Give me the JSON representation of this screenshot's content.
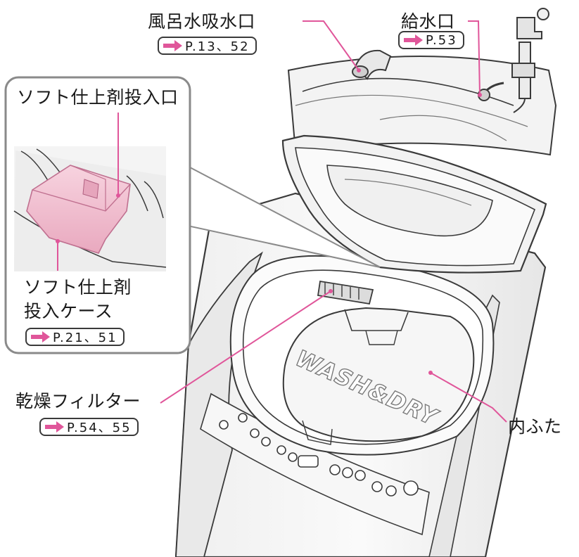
{
  "callouts": {
    "bath_water_inlet": {
      "label": "風呂水吸水口",
      "ref": "P.13、52"
    },
    "water_supply_inlet": {
      "label": "給水口",
      "ref": "P.53"
    },
    "softener_inlet": {
      "label": "ソフト仕上剤投入口"
    },
    "softener_case": {
      "label_line1": "ソフト仕上剤",
      "label_line2": "投入ケース",
      "ref": "P.21、51"
    },
    "dryer_filter": {
      "label": "乾燥フィルター",
      "ref": "P.54、55"
    },
    "inner_lid": {
      "label": "内ふた"
    }
  },
  "lid_brand": "WASH&DRY",
  "colors": {
    "accent_pink": "#e0569a",
    "line": "#3a3a3a",
    "body_fill": "#f4f4f4",
    "drawer_pink": "#f2bfd0"
  },
  "icons": {
    "ref_arrow": "arrow-right-icon"
  }
}
